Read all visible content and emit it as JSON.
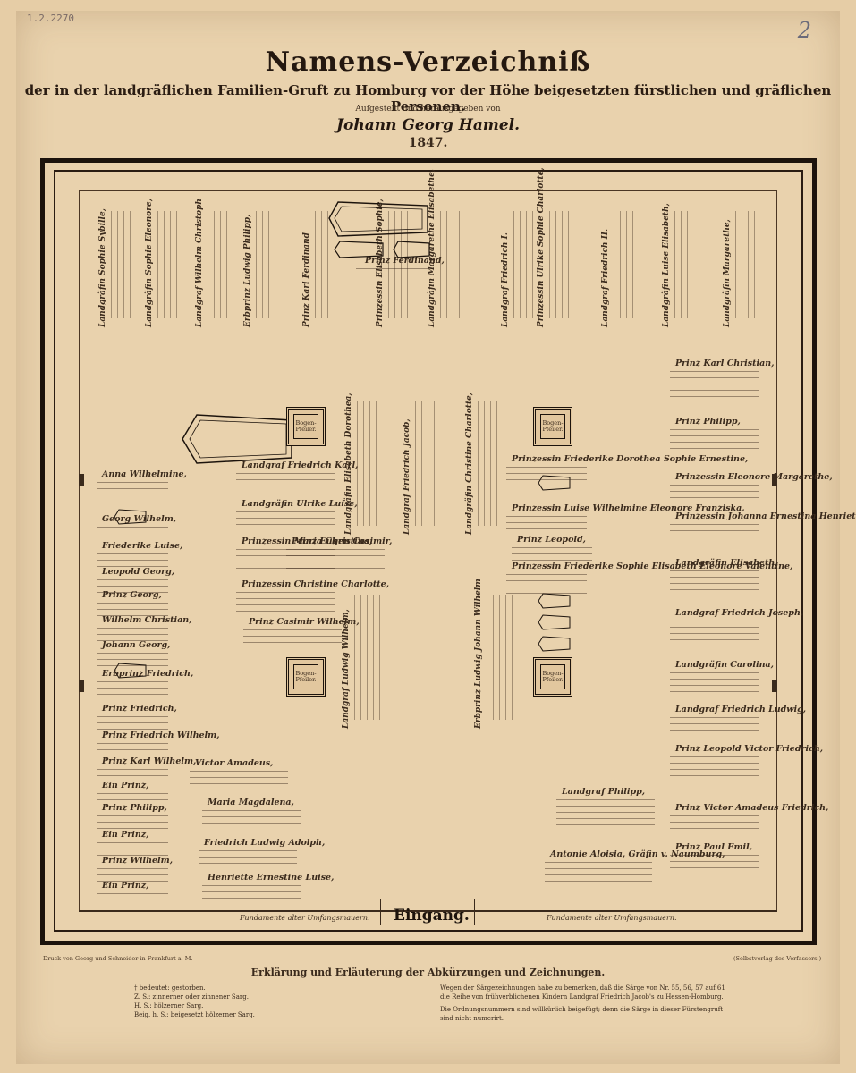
{
  "header": {
    "catalog_mark": "1.2.2270",
    "page_number": "2",
    "title": "Namens-Verzeichniß",
    "subtitle": "der in der landgräflichen Familien-Gruft zu Homburg vor der Höhe beigesetzten fürstlichen und gräflichen Personen.",
    "publisher_line": "Aufgestellt und herausgegeben von",
    "author": "Johann Georg Hamel.",
    "year": "1847."
  },
  "plan": {
    "entrance_label": "Eingang.",
    "foundation_left": "Fundamente alter Umfangsmauern.",
    "foundation_right": "Fundamente alter Umfangsmauern.",
    "pillar_label": "Bogen-Pfeiler.",
    "left_column": [
      {
        "name": "Anna Wilhelmine,"
      },
      {
        "name": "Georg Wilhelm,"
      },
      {
        "name": "Friederike Luise,"
      },
      {
        "name": "Leopold Georg,"
      },
      {
        "name": "Prinz Georg,"
      },
      {
        "name": "Wilhelm Christian,"
      },
      {
        "name": "Johann Georg,"
      },
      {
        "name": "Erbprinz Friedrich,"
      },
      {
        "name": "Prinz Friedrich,"
      },
      {
        "name": "Prinz Friedrich Wilhelm,"
      },
      {
        "name": "Prinz Karl Wilhelm,"
      },
      {
        "name": "Ein Prinz,"
      },
      {
        "name": "Prinz Philipp,"
      },
      {
        "name": "Ein Prinz,"
      },
      {
        "name": "Prinz Wilhelm,"
      },
      {
        "name": "Ein Prinz,"
      }
    ],
    "center_entries": [
      {
        "name": "Landgraf Friedrich Karl,"
      },
      {
        "name": "Landgräfin Ulrike Luise,"
      },
      {
        "name": "Prinzessin Maria Christina,"
      },
      {
        "name": "Prinz Eugen Casimir,"
      },
      {
        "name": "Prinzessin Christine Charlotte,"
      },
      {
        "name": "Prinz Casimir Wilhelm,"
      },
      {
        "name": "Victor Amadeus,"
      },
      {
        "name": "Maria Magdalena,"
      },
      {
        "name": "Friedrich Ludwig Adolph,"
      },
      {
        "name": "Henriette Ernestine Luise,"
      }
    ],
    "mid_right_entries": [
      {
        "name": "Prinzessin Friederike Dorothea Sophie Ernestine,"
      },
      {
        "name": "Prinzessin Luise Wilhelmine Eleonore Franziska,"
      },
      {
        "name": "Prinz Leopold,"
      },
      {
        "name": "Prinzessin Friederike Sophie Elisabeth Eleonore Valentine,"
      }
    ],
    "right_column": [
      {
        "name": "Prinz Karl Christian,"
      },
      {
        "name": "Prinz Philipp,"
      },
      {
        "name": "Prinzessin Eleonore Margarethe,"
      },
      {
        "name": "Prinzessin Johanna Ernestina Henriette,"
      },
      {
        "name": "Landgräfin Elisabeth,"
      },
      {
        "name": "Landgraf Friedrich Joseph,"
      },
      {
        "name": "Landgräfin Carolina,"
      },
      {
        "name": "Landgraf Friedrich Ludwig,"
      },
      {
        "name": "Prinz Leopold Victor Friedrich,"
      },
      {
        "name": "Prinz Victor Amadeus Friedrich,"
      },
      {
        "name": "Prinz Paul Emil,"
      }
    ],
    "bottom_right_entries": [
      {
        "name": "Landgraf Philipp,"
      },
      {
        "name": "Antonie Aloisia, Gräfin v. Naumburg,"
      }
    ],
    "top_vertical": [
      {
        "name": "Landgräfin Sophie Sybille,"
      },
      {
        "name": "Landgräfin Sophie Eleonore,"
      },
      {
        "name": "Landgraf Wilhelm Christoph"
      },
      {
        "name": "Erbprinz Ludwig Philipp,"
      },
      {
        "name": "Prinz Karl Ferdinand"
      },
      {
        "name": "Prinzessin Elisabeth Sophie,"
      },
      {
        "name": "Landgräfin Margarethe Elisabethe,"
      },
      {
        "name": "Landgraf Friedrich I."
      },
      {
        "name": "Prinzessin Ulrike Sophie Charlotte,"
      },
      {
        "name": "Landgraf Friedrich II."
      },
      {
        "name": "Landgräfin Luise Elisabeth,"
      },
      {
        "name": "Landgräfin Margarethe,"
      }
    ],
    "prince_ferdinand": "Prinz Ferdinand,",
    "center_vertical": [
      {
        "name": "Landgräfin Elisabeth Dorothea,"
      },
      {
        "name": "Landgraf Friedrich Jacob,"
      },
      {
        "name": "Landgräfin Christine Charlotte,"
      }
    ],
    "lower_vertical": [
      {
        "name": "Landgraf Ludwig Wilhelm,"
      },
      {
        "name": "Erbprinz Ludwig Johann Wilhelm"
      }
    ]
  },
  "footer": {
    "printer": "Druck von Georg und Schneider in Frankfurt a. M.",
    "publisher": "(Selbstverlag des Verfassers.)",
    "legend_title": "Erklärung und Erläuterung der Abkürzungen und Zeichnungen.",
    "legend_left": [
      "† bedeutet: gestorben.",
      "Z. S.: zinnerner oder zinnener Sarg.",
      "H. S.: hölzerner Sarg.",
      "Beig. h. S.: beigesetzt hölzerner Sarg."
    ],
    "legend_right": [
      "Wegen der Särgezeichnungen habe zu bemerken, daß die Särge von Nr. 55, 56, 57 auf 61 die Reihe von frühverblichenen Kindern Landgraf Friedrich Jacob's zu Hessen-Homburg.",
      "Die Ordnungsnummern sind willkürlich beigefügt; denn die Särge in dieser Fürstengruft sind nicht numerirt."
    ]
  }
}
